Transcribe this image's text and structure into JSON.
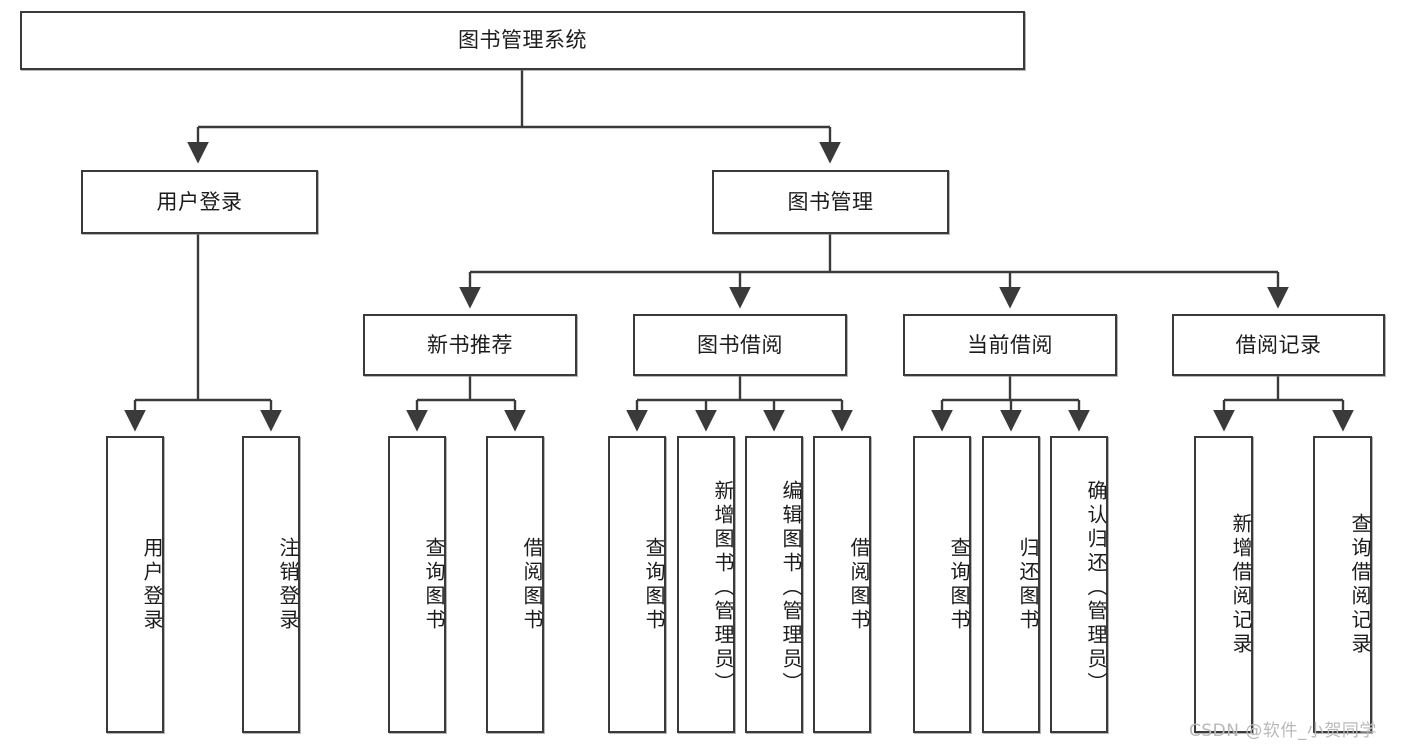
{
  "diagram": {
    "title": "图书管理系统",
    "type": "tree-hierarchy-flowchart",
    "theme": {
      "background": "#ffffff",
      "box_border": "#3a3a3a",
      "box_fill": "#ffffff",
      "text": "#1c1c1c",
      "connector": "#3a3a3a",
      "watermark": "#b9b9b9"
    },
    "root": {
      "label": "图书管理系统"
    },
    "level2": [
      {
        "label": "用户登录"
      },
      {
        "label": "图书管理"
      }
    ],
    "level3": [
      {
        "label": "新书推荐"
      },
      {
        "label": "图书借阅"
      },
      {
        "label": "当前借阅"
      },
      {
        "label": "借阅记录"
      }
    ],
    "leaves": {
      "user_login": [
        {
          "label": "用户登录"
        },
        {
          "label": "注销登录"
        }
      ],
      "new_book_recommend": [
        {
          "label": "查询图书"
        },
        {
          "label": "借阅图书"
        }
      ],
      "book_borrow": [
        {
          "label": "查询图书"
        },
        {
          "label": "新增图书（管理员）"
        },
        {
          "label": "编辑图书（管理员）"
        },
        {
          "label": "借阅图书"
        }
      ],
      "current_borrow": [
        {
          "label": "查询图书"
        },
        {
          "label": "归还图书"
        },
        {
          "label": "确认归还（管理员）"
        }
      ],
      "borrow_records": [
        {
          "label": "新增借阅记录"
        },
        {
          "label": "查询借阅记录"
        }
      ]
    },
    "watermark": "CSDN @软件_小贺同学"
  }
}
